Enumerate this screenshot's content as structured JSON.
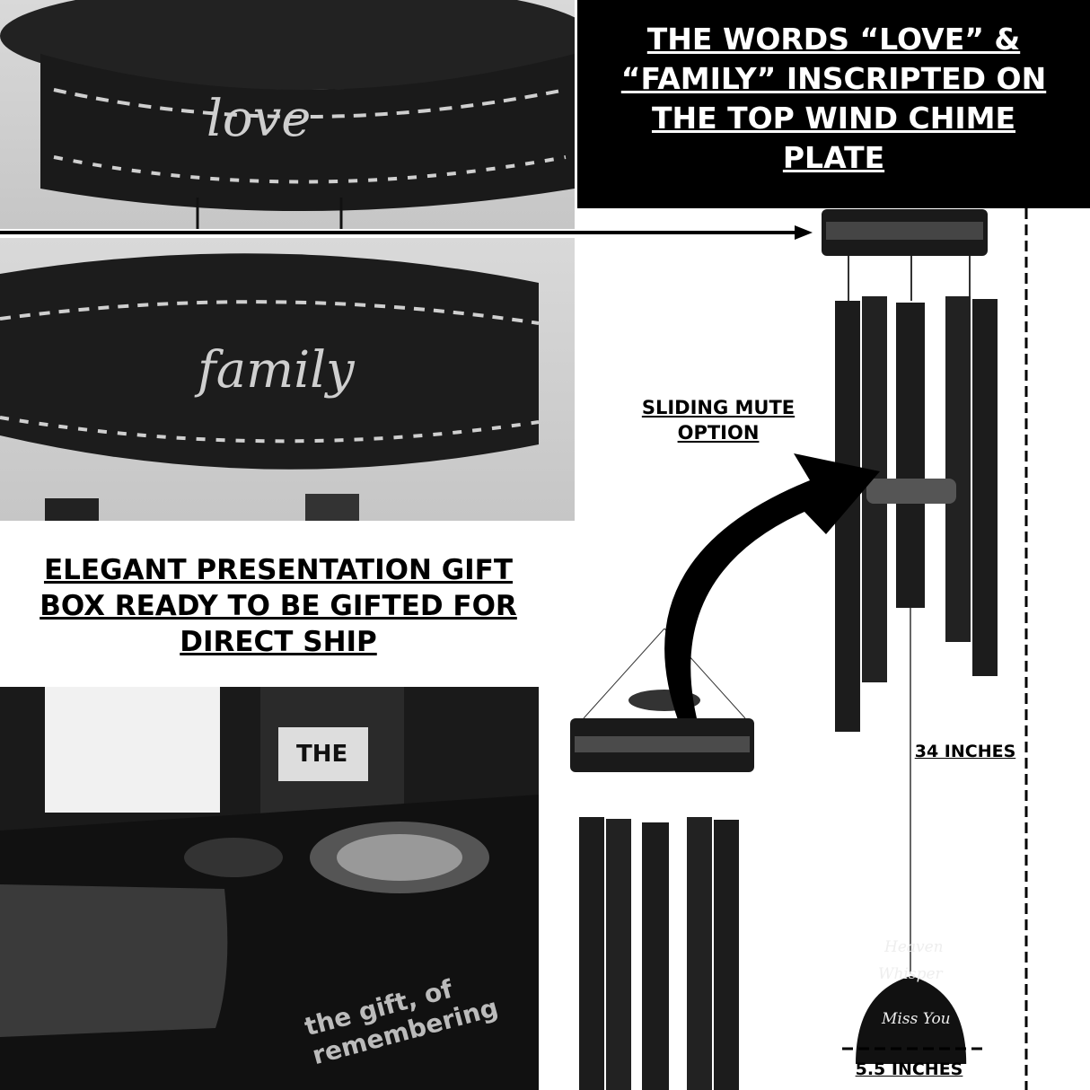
{
  "headline_top": "THE WORDS “LOVE” & “FAMILY” INSCRIPTED ON THE TOP WIND CHIME PLATE",
  "mute_label": "SLIDING MUTE OPTION",
  "gift_box_label": "ELEGANT PRESENTATION GIFT BOX READY TO BE GIFTED FOR DIRECT SHIP",
  "length_label": "34 INCHES",
  "sail_width_label": "5.5 INCHES",
  "product_lettering": {
    "plate_word_1": "love",
    "plate_word_2": "family",
    "box_text": "the gift, of remembering",
    "card_brand": "THE",
    "sail_text": [
      "Heaven",
      "Whisper",
      "Miss You"
    ]
  },
  "colors": {
    "accent": "#000000",
    "background": "#ffffff"
  }
}
